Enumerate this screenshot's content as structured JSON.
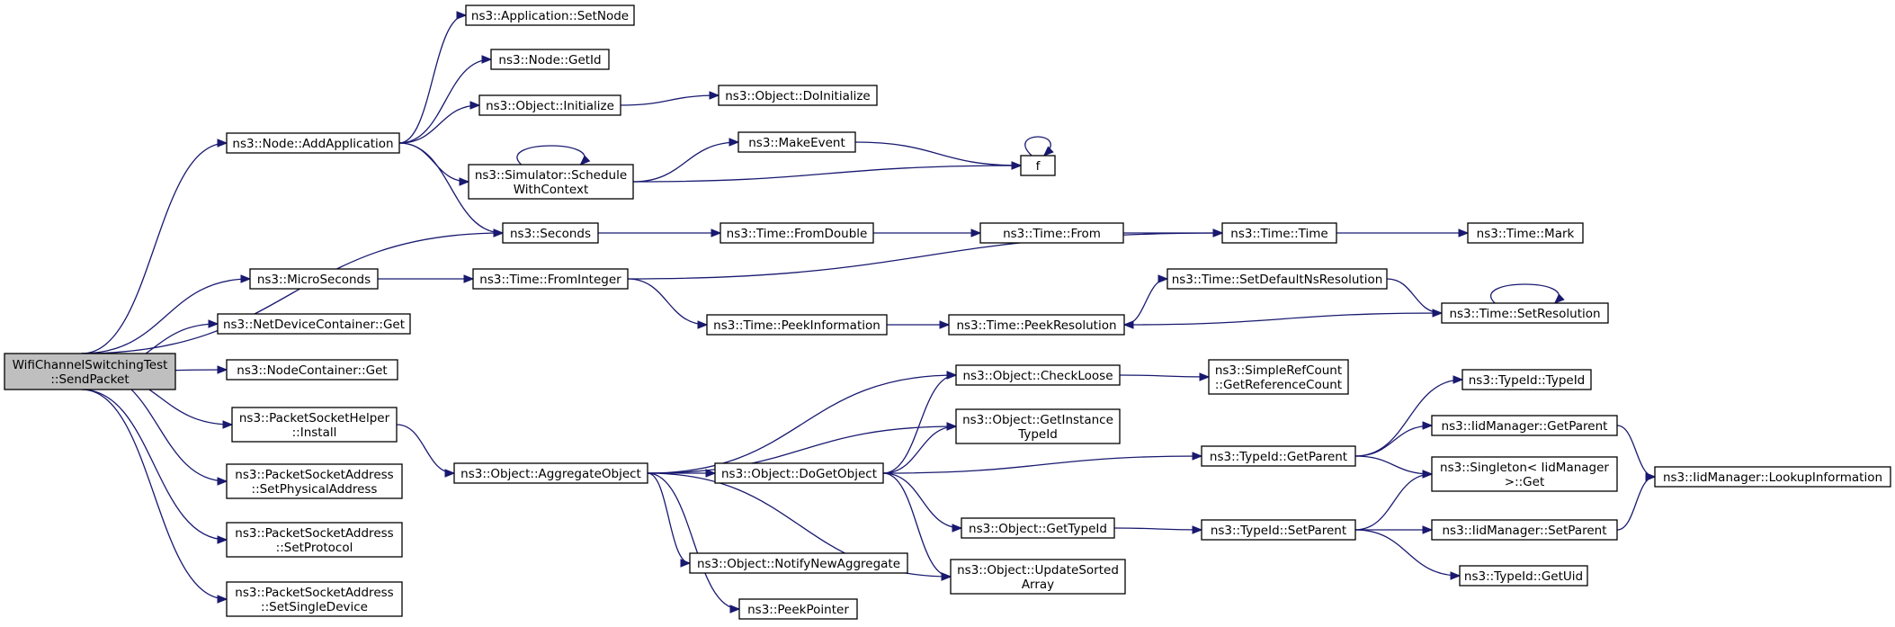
{
  "graph": {
    "nodes": [
      {
        "id": "root",
        "lines": [
          "WifiChannelSwitchingTest",
          "::SendPacket"
        ],
        "root": true
      },
      {
        "id": "addapp",
        "lines": [
          "ns3::Node::AddApplication"
        ]
      },
      {
        "id": "micro",
        "lines": [
          "ns3::MicroSeconds"
        ]
      },
      {
        "id": "ndcget",
        "lines": [
          "ns3::NetDeviceContainer::Get"
        ]
      },
      {
        "id": "ncget",
        "lines": [
          "ns3::NodeContainer::Get"
        ]
      },
      {
        "id": "pshinstall",
        "lines": [
          "ns3::PacketSocketHelper",
          "::Install"
        ]
      },
      {
        "id": "psaphys",
        "lines": [
          "ns3::PacketSocketAddress",
          "::SetPhysicalAddress"
        ]
      },
      {
        "id": "psaproto",
        "lines": [
          "ns3::PacketSocketAddress",
          "::SetProtocol"
        ]
      },
      {
        "id": "psasingle",
        "lines": [
          "ns3::PacketSocketAddress",
          "::SetSingleDevice"
        ]
      },
      {
        "id": "appsetnode",
        "lines": [
          "ns3::Application::SetNode"
        ]
      },
      {
        "id": "nodegetid",
        "lines": [
          "ns3::Node::GetId"
        ]
      },
      {
        "id": "objinit",
        "lines": [
          "ns3::Object::Initialize"
        ]
      },
      {
        "id": "simsched",
        "lines": [
          "ns3::Simulator::Schedule",
          "WithContext"
        ]
      },
      {
        "id": "seconds",
        "lines": [
          "ns3::Seconds"
        ]
      },
      {
        "id": "tfromint",
        "lines": [
          "ns3::Time::FromInteger"
        ]
      },
      {
        "id": "aggobj",
        "lines": [
          "ns3::Object::AggregateObject"
        ]
      },
      {
        "id": "objdoinit",
        "lines": [
          "ns3::Object::DoInitialize"
        ]
      },
      {
        "id": "makeevent",
        "lines": [
          "ns3::MakeEvent"
        ]
      },
      {
        "id": "f",
        "lines": [
          "f"
        ]
      },
      {
        "id": "tfromdouble",
        "lines": [
          "ns3::Time::FromDouble"
        ]
      },
      {
        "id": "tfrom",
        "lines": [
          "ns3::Time::From"
        ]
      },
      {
        "id": "ttime",
        "lines": [
          "ns3::Time::Time"
        ]
      },
      {
        "id": "tmark",
        "lines": [
          "ns3::Time::Mark"
        ]
      },
      {
        "id": "tpeekinfo",
        "lines": [
          "ns3::Time::PeekInformation"
        ]
      },
      {
        "id": "tpeekres",
        "lines": [
          "ns3::Time::PeekResolution"
        ]
      },
      {
        "id": "tsetdefault",
        "lines": [
          "ns3::Time::SetDefaultNsResolution"
        ]
      },
      {
        "id": "tsetres",
        "lines": [
          "ns3::Time::SetResolution"
        ]
      },
      {
        "id": "checkloose",
        "lines": [
          "ns3::Object::CheckLoose"
        ]
      },
      {
        "id": "getinst",
        "lines": [
          "ns3::Object::GetInstance",
          "TypeId"
        ]
      },
      {
        "id": "dogetobj",
        "lines": [
          "ns3::Object::DoGetObject"
        ]
      },
      {
        "id": "notifyagg",
        "lines": [
          "ns3::Object::NotifyNewAggregate"
        ]
      },
      {
        "id": "peekptr",
        "lines": [
          "ns3::PeekPointer"
        ]
      },
      {
        "id": "srcgetref",
        "lines": [
          "ns3::SimpleRefCount",
          "::GetReferenceCount"
        ]
      },
      {
        "id": "objgettypeid",
        "lines": [
          "ns3::Object::GetTypeId"
        ]
      },
      {
        "id": "updsorted",
        "lines": [
          "ns3::Object::UpdateSorted",
          "Array"
        ]
      },
      {
        "id": "tidgetparent",
        "lines": [
          "ns3::TypeId::GetParent"
        ]
      },
      {
        "id": "tidsetparent",
        "lines": [
          "ns3::TypeId::SetParent"
        ]
      },
      {
        "id": "tidtypeid",
        "lines": [
          "ns3::TypeId::TypeId"
        ]
      },
      {
        "id": "iidgetparent",
        "lines": [
          "ns3::IidManager::GetParent"
        ]
      },
      {
        "id": "singleton",
        "lines": [
          "ns3::Singleton< IidManager",
          ">::Get"
        ]
      },
      {
        "id": "iidsetparent",
        "lines": [
          "ns3::IidManager::SetParent"
        ]
      },
      {
        "id": "tidgetuid",
        "lines": [
          "ns3::TypeId::GetUid"
        ]
      },
      {
        "id": "iidlookup",
        "lines": [
          "ns3::IidManager::LookupInformation"
        ]
      }
    ],
    "edges": [
      [
        "root",
        "addapp"
      ],
      [
        "root",
        "seconds"
      ],
      [
        "root",
        "micro"
      ],
      [
        "root",
        "ndcget"
      ],
      [
        "root",
        "ncget"
      ],
      [
        "root",
        "pshinstall"
      ],
      [
        "root",
        "psaphys"
      ],
      [
        "root",
        "psaproto"
      ],
      [
        "root",
        "psasingle"
      ],
      [
        "addapp",
        "appsetnode"
      ],
      [
        "addapp",
        "nodegetid"
      ],
      [
        "addapp",
        "objinit"
      ],
      [
        "addapp",
        "simsched"
      ],
      [
        "addapp",
        "seconds"
      ],
      [
        "objinit",
        "objdoinit"
      ],
      [
        "simsched",
        "simsched"
      ],
      [
        "simsched",
        "makeevent"
      ],
      [
        "simsched",
        "f"
      ],
      [
        "makeevent",
        "f"
      ],
      [
        "f",
        "f"
      ],
      [
        "seconds",
        "tfromdouble"
      ],
      [
        "tfromdouble",
        "tfrom"
      ],
      [
        "tfrom",
        "ttime"
      ],
      [
        "ttime",
        "tmark"
      ],
      [
        "micro",
        "tfromint"
      ],
      [
        "tfromint",
        "ttime"
      ],
      [
        "tfromint",
        "tpeekinfo"
      ],
      [
        "tpeekinfo",
        "tpeekres"
      ],
      [
        "tpeekres",
        "tsetdefault"
      ],
      [
        "tsetdefault",
        "tsetres"
      ],
      [
        "tsetres",
        "tpeekres"
      ],
      [
        "tsetres",
        "tsetres"
      ],
      [
        "pshinstall",
        "aggobj"
      ],
      [
        "aggobj",
        "checkloose"
      ],
      [
        "aggobj",
        "getinst"
      ],
      [
        "aggobj",
        "dogetobj"
      ],
      [
        "aggobj",
        "notifyagg"
      ],
      [
        "aggobj",
        "peekptr"
      ],
      [
        "aggobj",
        "updsorted"
      ],
      [
        "dogetobj",
        "checkloose"
      ],
      [
        "dogetobj",
        "getinst"
      ],
      [
        "dogetobj",
        "tidgetparent"
      ],
      [
        "dogetobj",
        "objgettypeid"
      ],
      [
        "dogetobj",
        "updsorted"
      ],
      [
        "checkloose",
        "srcgetref"
      ],
      [
        "objgettypeid",
        "tidsetparent"
      ],
      [
        "tidgetparent",
        "tidtypeid"
      ],
      [
        "tidgetparent",
        "iidgetparent"
      ],
      [
        "tidgetparent",
        "singleton"
      ],
      [
        "tidsetparent",
        "singleton"
      ],
      [
        "tidsetparent",
        "iidsetparent"
      ],
      [
        "tidsetparent",
        "tidgetuid"
      ],
      [
        "iidgetparent",
        "iidlookup"
      ],
      [
        "iidsetparent",
        "iidlookup"
      ]
    ]
  }
}
